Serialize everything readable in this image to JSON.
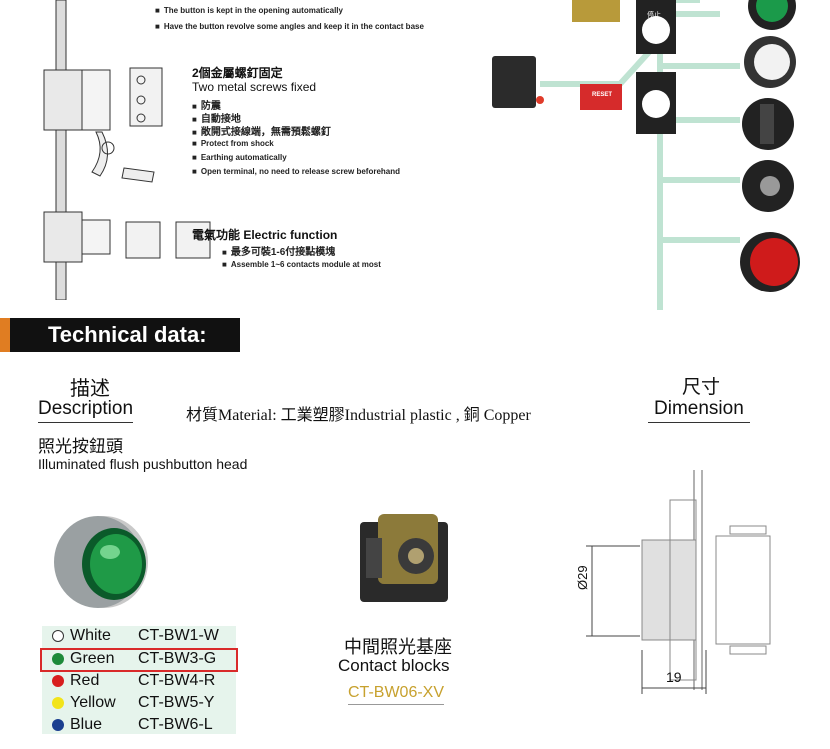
{
  "top_notes": [
    "The button is kept in the opening automatically",
    "Have the button revolve some angles and keep it in the contact base"
  ],
  "screws": {
    "title_cn": "2個金屬螺釘固定",
    "title_en": "Two metal screws fixed",
    "items_cn": [
      "防震",
      "自動接地",
      "敞開式接線端，無需預鬆螺釘"
    ],
    "items_en": [
      "Protect from shock",
      "Earthing automatically",
      "Open terminal, no need to release screw beforehand"
    ]
  },
  "electric": {
    "title": "電氣功能  Electric function",
    "item_cn": "最多可裝1-6付接點模塊",
    "item_en": "Assemble 1~6 contacts module at most"
  },
  "labels": {
    "reset": "RESET",
    "stop_cn": "停止"
  },
  "section_title": "Technical data:",
  "description": {
    "heading_cn": "描述",
    "heading_en": "Description",
    "material": "材質Material: 工業塑膠Industrial plastic , 銅 Copper",
    "dimension_cn": "尺寸",
    "dimension_en": "Dimension",
    "head_cn": "照光按鈕頭",
    "head_en": "Illuminated  flush pushbutton head"
  },
  "variants": [
    {
      "name": "White",
      "code": "CT-BW1-W",
      "color": "#ffffff"
    },
    {
      "name": "Green",
      "code": "CT-BW3-G",
      "color": "#1e8a3a"
    },
    {
      "name": "Red",
      "code": "CT-BW4-R",
      "color": "#d81e1e"
    },
    {
      "name": "Yellow",
      "code": "CT-BW5-Y",
      "color": "#f2e41a"
    },
    {
      "name": "Blue",
      "code": "CT-BW6-L",
      "color": "#1b3f8f"
    }
  ],
  "contact": {
    "title_cn": "中間照光基座",
    "title_en": "Contact blocks",
    "code": "CT-BW06-XV"
  },
  "dims": {
    "d29": "Ø29",
    "l19": "19"
  }
}
